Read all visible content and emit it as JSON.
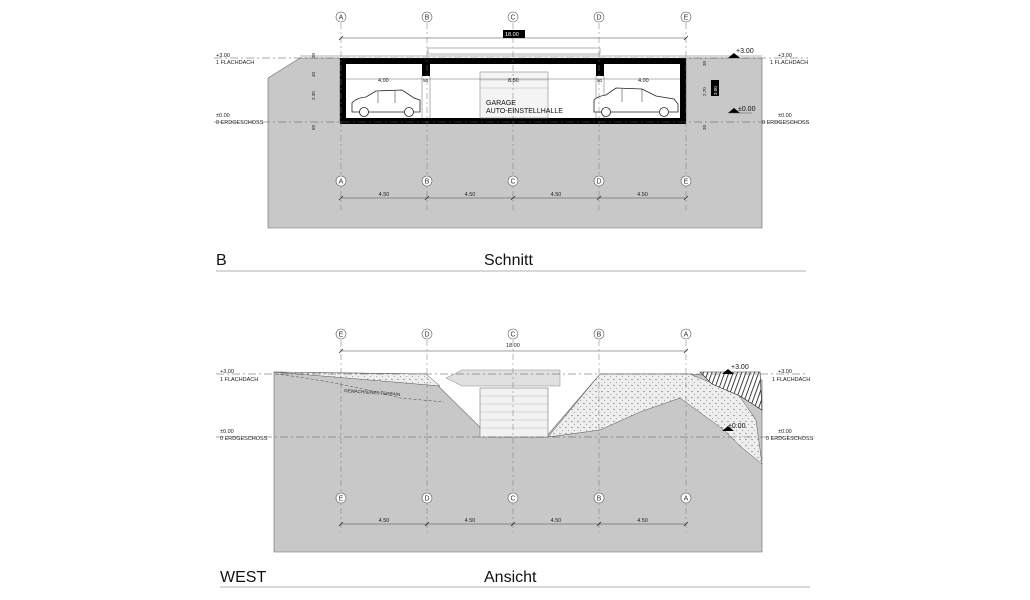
{
  "section": {
    "code": "B",
    "title": "Schnitt",
    "axes_top": [
      "A",
      "B",
      "C",
      "D",
      "E"
    ],
    "axes_bottom": [
      "A",
      "B",
      "C",
      "D",
      "E"
    ],
    "total_dim": "18.00",
    "bay_dims": [
      "4.50",
      "4.50",
      "4.50",
      "4.50"
    ],
    "room_dims": [
      "4.00",
      "8.50",
      "4.00"
    ],
    "post_dims": [
      "50",
      "50"
    ],
    "left_heights": [
      "30",
      "40",
      "2.30",
      "50"
    ],
    "right_heights": [
      "30",
      "2.70",
      "30"
    ],
    "right_big_height": "3.00",
    "level_top_left_value": "+3.00",
    "level_top_left_name": "1 FLACHDACH",
    "level_top_right_value": "+3.00",
    "level_top_right_name": "1 FLACHDACH",
    "level_base_left_value": "±0.00",
    "level_base_left_name": "0 ERDGESCHOSS",
    "level_base_right_value": "±0.00",
    "level_base_right_name": "0 ERDGESCHOSS",
    "marker_top": "+3.00",
    "marker_base": "±0.00",
    "room_label_1": "GARAGE",
    "room_label_2": "AUTO-EINSTELLHALLE"
  },
  "elevation": {
    "code": "WEST",
    "title": "Ansicht",
    "axes_top": [
      "E",
      "D",
      "C",
      "B",
      "A"
    ],
    "axes_bottom": [
      "E",
      "D",
      "C",
      "B",
      "A"
    ],
    "total_dim": "18.00",
    "bay_dims": [
      "4.50",
      "4.50",
      "4.50",
      "4.50"
    ],
    "level_top_left_value": "+3.00",
    "level_top_left_name": "1 FLACHDACH",
    "level_top_right_value": "+3.00",
    "level_top_right_name": "1 FLACHDACH",
    "level_base_left_value": "±0.00",
    "level_base_left_name": "0 ERDGESCHOSS",
    "level_base_right_value": "±0.00",
    "level_base_right_name": "0 ERDGESCHOSS",
    "marker_top": "+3.00",
    "marker_base": "±0.00",
    "terrain_label": "GEWACHSENES TERRAIN"
  },
  "colors": {
    "ground": "#c8c8c8",
    "wall": "#000000",
    "line": "#555555"
  }
}
